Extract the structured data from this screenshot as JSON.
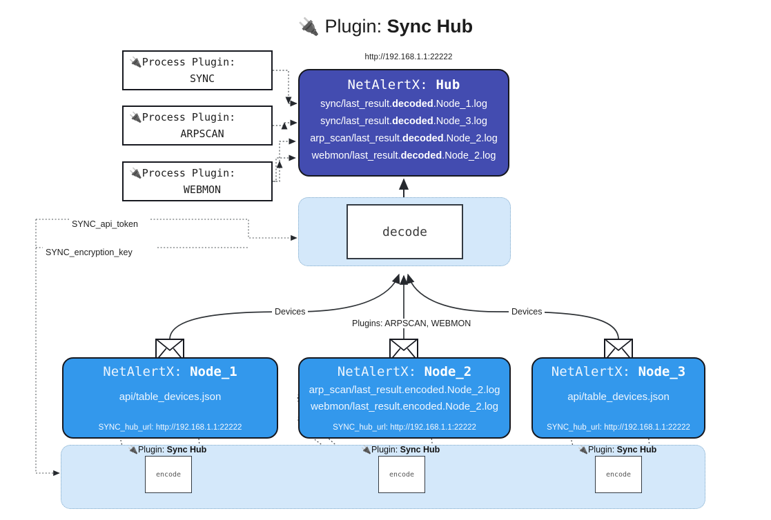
{
  "title": {
    "icon": "plug-icon",
    "label": "Plugin:",
    "name": "Sync Hub"
  },
  "hub": {
    "url": "http://192.168.1.1:22222",
    "app": "NetAlertX:",
    "name": "Hub",
    "color": "#434cb0",
    "logs": [
      {
        "pre": "sync/last_result.",
        "mid": "decoded",
        "post": ".Node_1.log"
      },
      {
        "pre": "sync/last_result.",
        "mid": "decoded",
        "post": ".Node_3.log"
      },
      {
        "pre": "arp_scan/last_result.",
        "mid": "decoded",
        "post": ".Node_2.log"
      },
      {
        "pre": "webmon/last_result.",
        "mid": "decoded",
        "post": ".Node_2.log"
      }
    ]
  },
  "process_plugins": [
    {
      "icon": "plug-icon",
      "label": "Process Plugin:",
      "name": "SYNC"
    },
    {
      "icon": "plug-icon",
      "label": "Process Plugin:",
      "name": "ARPSCAN"
    },
    {
      "icon": "plug-icon",
      "label": "Process Plugin:",
      "name": "WEBMON"
    }
  ],
  "decode": {
    "label": "decode"
  },
  "settings": {
    "api_token": "SYNC_api_token",
    "encryption_key": "SYNC_encryption_key"
  },
  "edges": {
    "devices_left": "Devices",
    "devices_right": "Devices",
    "plugins_middle": "Plugins: ARPSCAN, WEBMON"
  },
  "nodes": [
    {
      "app": "NetAlertX:",
      "name": "Node_1",
      "color": "#3398ec",
      "lines": [
        "api/table_devices.json"
      ],
      "hub_url": "SYNC_hub_url: http://192.168.1.1:22222"
    },
    {
      "app": "NetAlertX:",
      "name": "Node_2",
      "color": "#3398ec",
      "lines": [
        "arp_scan/last_result.encoded.Node_2.log",
        "webmon/last_result.encoded.Node_2.log"
      ],
      "hub_url": "SYNC_hub_url: http://192.168.1.1:22222"
    },
    {
      "app": "NetAlertX:",
      "name": "Node_3",
      "color": "#3398ec",
      "lines": [
        "api/table_devices.json"
      ],
      "hub_url": "SYNC_hub_url: http://192.168.1.1:22222"
    }
  ],
  "encoders": [
    {
      "icon": "plug-icon",
      "label": "Plugin:",
      "name": "Sync Hub",
      "box": "encode"
    },
    {
      "icon": "plug-icon",
      "label": "Plugin:",
      "name": "Sync Hub",
      "box": "encode"
    },
    {
      "icon": "plug-icon",
      "label": "Plugin:",
      "name": "Sync Hub",
      "box": "encode"
    }
  ],
  "palette": {
    "hub": "#434cb0",
    "node": "#3398ec",
    "panel": "#d4e8fa",
    "stroke": "#16181f",
    "background": "#ffffff"
  }
}
